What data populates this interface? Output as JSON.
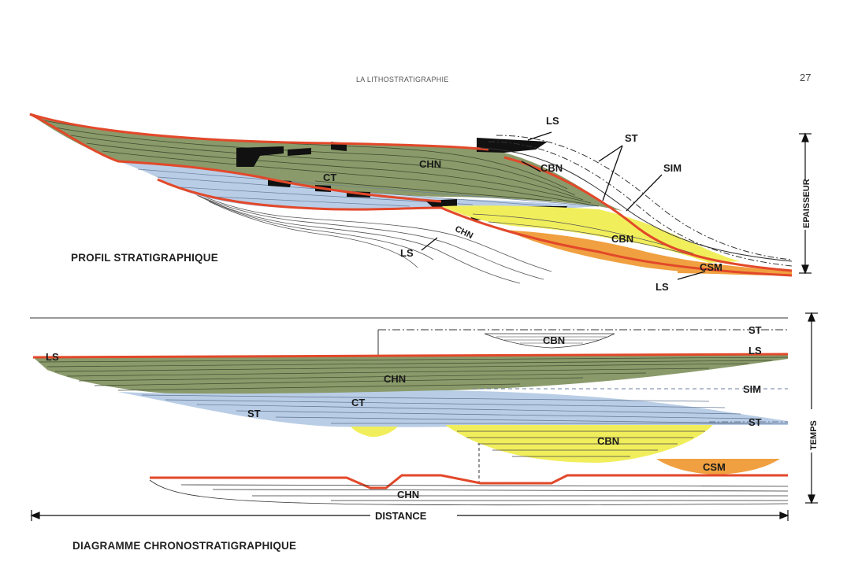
{
  "header": {
    "title": "LA LITHOSTRATIGRAPHIE",
    "page_number": "27"
  },
  "profile": {
    "caption": "PROFIL STRATIGRAPHIQUE",
    "axis_label": "EPAISSEUR",
    "labels": {
      "ls_top": "LS",
      "st": "ST",
      "cbn_top": "CBN",
      "sim": "SIM",
      "chn": "CHN",
      "ct": "CT",
      "ls_left": "LS",
      "chn_lower": "CHN",
      "cbn": "CBN",
      "csm": "CSM",
      "ls_bottom": "LS"
    },
    "colors": {
      "green": "#8a9a6a",
      "blue": "#b9cde6",
      "yellow": "#f1ee5c",
      "orange": "#f0a040",
      "red": "#e2482a",
      "black": "#111111"
    }
  },
  "chrono": {
    "caption": "DIAGRAMME CHRONOSTRATIGRAPHIQUE",
    "axis_time": "TEMPS",
    "axis_distance": "DISTANCE",
    "labels": {
      "ls_left": "LS",
      "chn": "CHN",
      "ct": "CT",
      "st_left": "ST",
      "cbn_top": "CBN",
      "st_top_right": "ST",
      "ls_right": "LS",
      "sim": "SIM",
      "st_right": "ST",
      "cbn": "CBN",
      "csm": "CSM",
      "chn_bottom": "CHN"
    }
  }
}
